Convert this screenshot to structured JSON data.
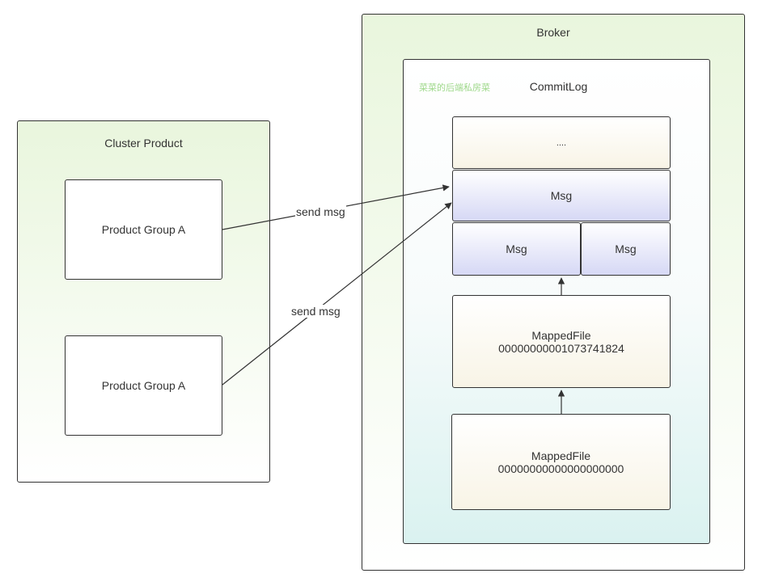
{
  "cluster": {
    "title": "Cluster Product",
    "groups": [
      "Product Group A",
      "Product Group A"
    ]
  },
  "broker": {
    "title": "Broker",
    "commitlog": {
      "title": "CommitLog",
      "watermark": "菜菜的后端私房菜",
      "ellipsis": "....",
      "msg_top": "Msg",
      "msg_left": "Msg",
      "msg_right": "Msg",
      "mapped_files": [
        {
          "name": "MappedFile",
          "offset": "00000000001073741824"
        },
        {
          "name": "MappedFile",
          "offset": "00000000000000000000"
        }
      ]
    }
  },
  "edges": {
    "send_label_1": "send msg",
    "send_label_2": "send msg"
  }
}
